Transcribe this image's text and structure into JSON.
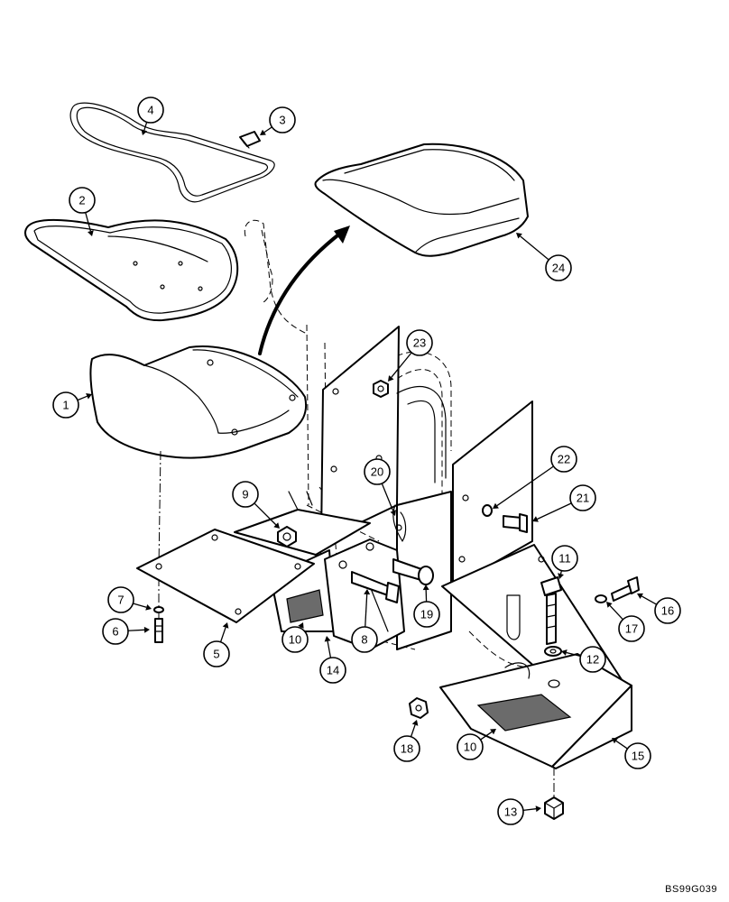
{
  "figure": {
    "reference_code": "BS99G039"
  },
  "callouts": [
    {
      "label": "1",
      "part": "seat-cushion"
    },
    {
      "label": "2",
      "part": "seat-pan"
    },
    {
      "label": "3",
      "part": "clip"
    },
    {
      "label": "4",
      "part": "wire-frame"
    },
    {
      "label": "5",
      "part": "seat-mount-plate"
    },
    {
      "label": "6",
      "part": "bolt"
    },
    {
      "label": "7",
      "part": "washer"
    },
    {
      "label": "8",
      "part": "bolt"
    },
    {
      "label": "9",
      "part": "nut"
    },
    {
      "label": "10",
      "part": "tread-pad-left"
    },
    {
      "label": "10",
      "part": "tread-pad-right"
    },
    {
      "label": "11",
      "part": "bolt"
    },
    {
      "label": "12",
      "part": "washer"
    },
    {
      "label": "13",
      "part": "nut"
    },
    {
      "label": "14",
      "part": "left-support"
    },
    {
      "label": "15",
      "part": "step-bracket"
    },
    {
      "label": "16",
      "part": "bolt"
    },
    {
      "label": "17",
      "part": "washer"
    },
    {
      "label": "18",
      "part": "nut"
    },
    {
      "label": "19",
      "part": "pin"
    },
    {
      "label": "20",
      "part": "hair-pin"
    },
    {
      "label": "21",
      "part": "bolt"
    },
    {
      "label": "22",
      "part": "washer"
    },
    {
      "label": "23",
      "part": "nut"
    },
    {
      "label": "24",
      "part": "cover"
    }
  ]
}
